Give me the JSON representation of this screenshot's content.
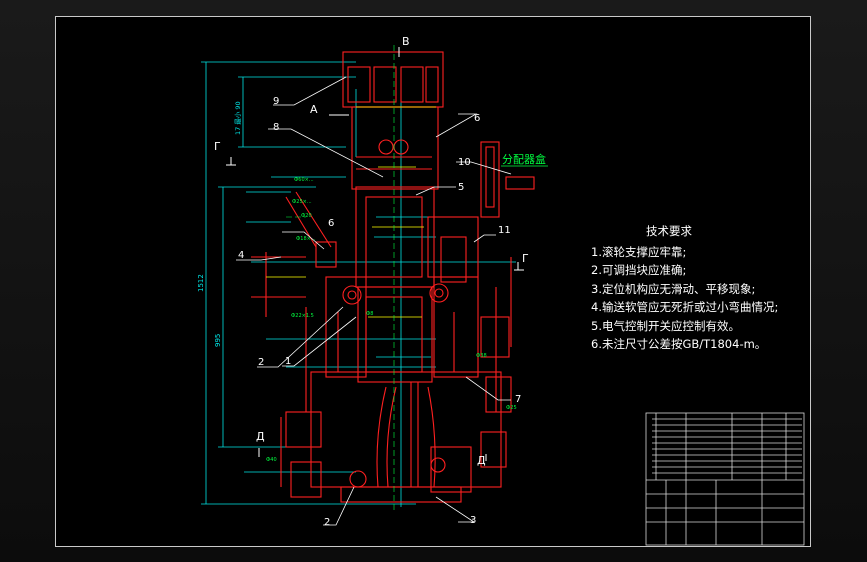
{
  "view_markers": {
    "b": "B",
    "a": "A",
    "g_left": "Γ",
    "g_right": "Γ",
    "d_left": "Д",
    "d_right": "Д"
  },
  "balloons": [
    "1",
    "2",
    "2",
    "3",
    "4",
    "5",
    "6",
    "6",
    "7",
    "8",
    "9",
    "10",
    "11"
  ],
  "distributor_label": "分配器盒",
  "dimensions": {
    "overall_height": "1512",
    "lower_height": "995",
    "upper_dim": "17 最小 90"
  },
  "tech_requirements": {
    "title": "技术要求",
    "items": [
      "1.滚轮支撑应牢靠;",
      "2.可调挡块应准确;",
      "3.定位机构应无滑动、平移现象;",
      "4.输送软管应无死折或过小弯曲情况;",
      "5.电气控制开关应控制有效。",
      "6.未注尺寸公差按GB/T1804-m。"
    ]
  },
  "colors": {
    "frame": "#d0d0d0",
    "parts": "#ff2020",
    "dimension": "#00e5e5",
    "annotation": "#ffffff",
    "green": "#00ff40",
    "yellow": "#ffff00"
  }
}
